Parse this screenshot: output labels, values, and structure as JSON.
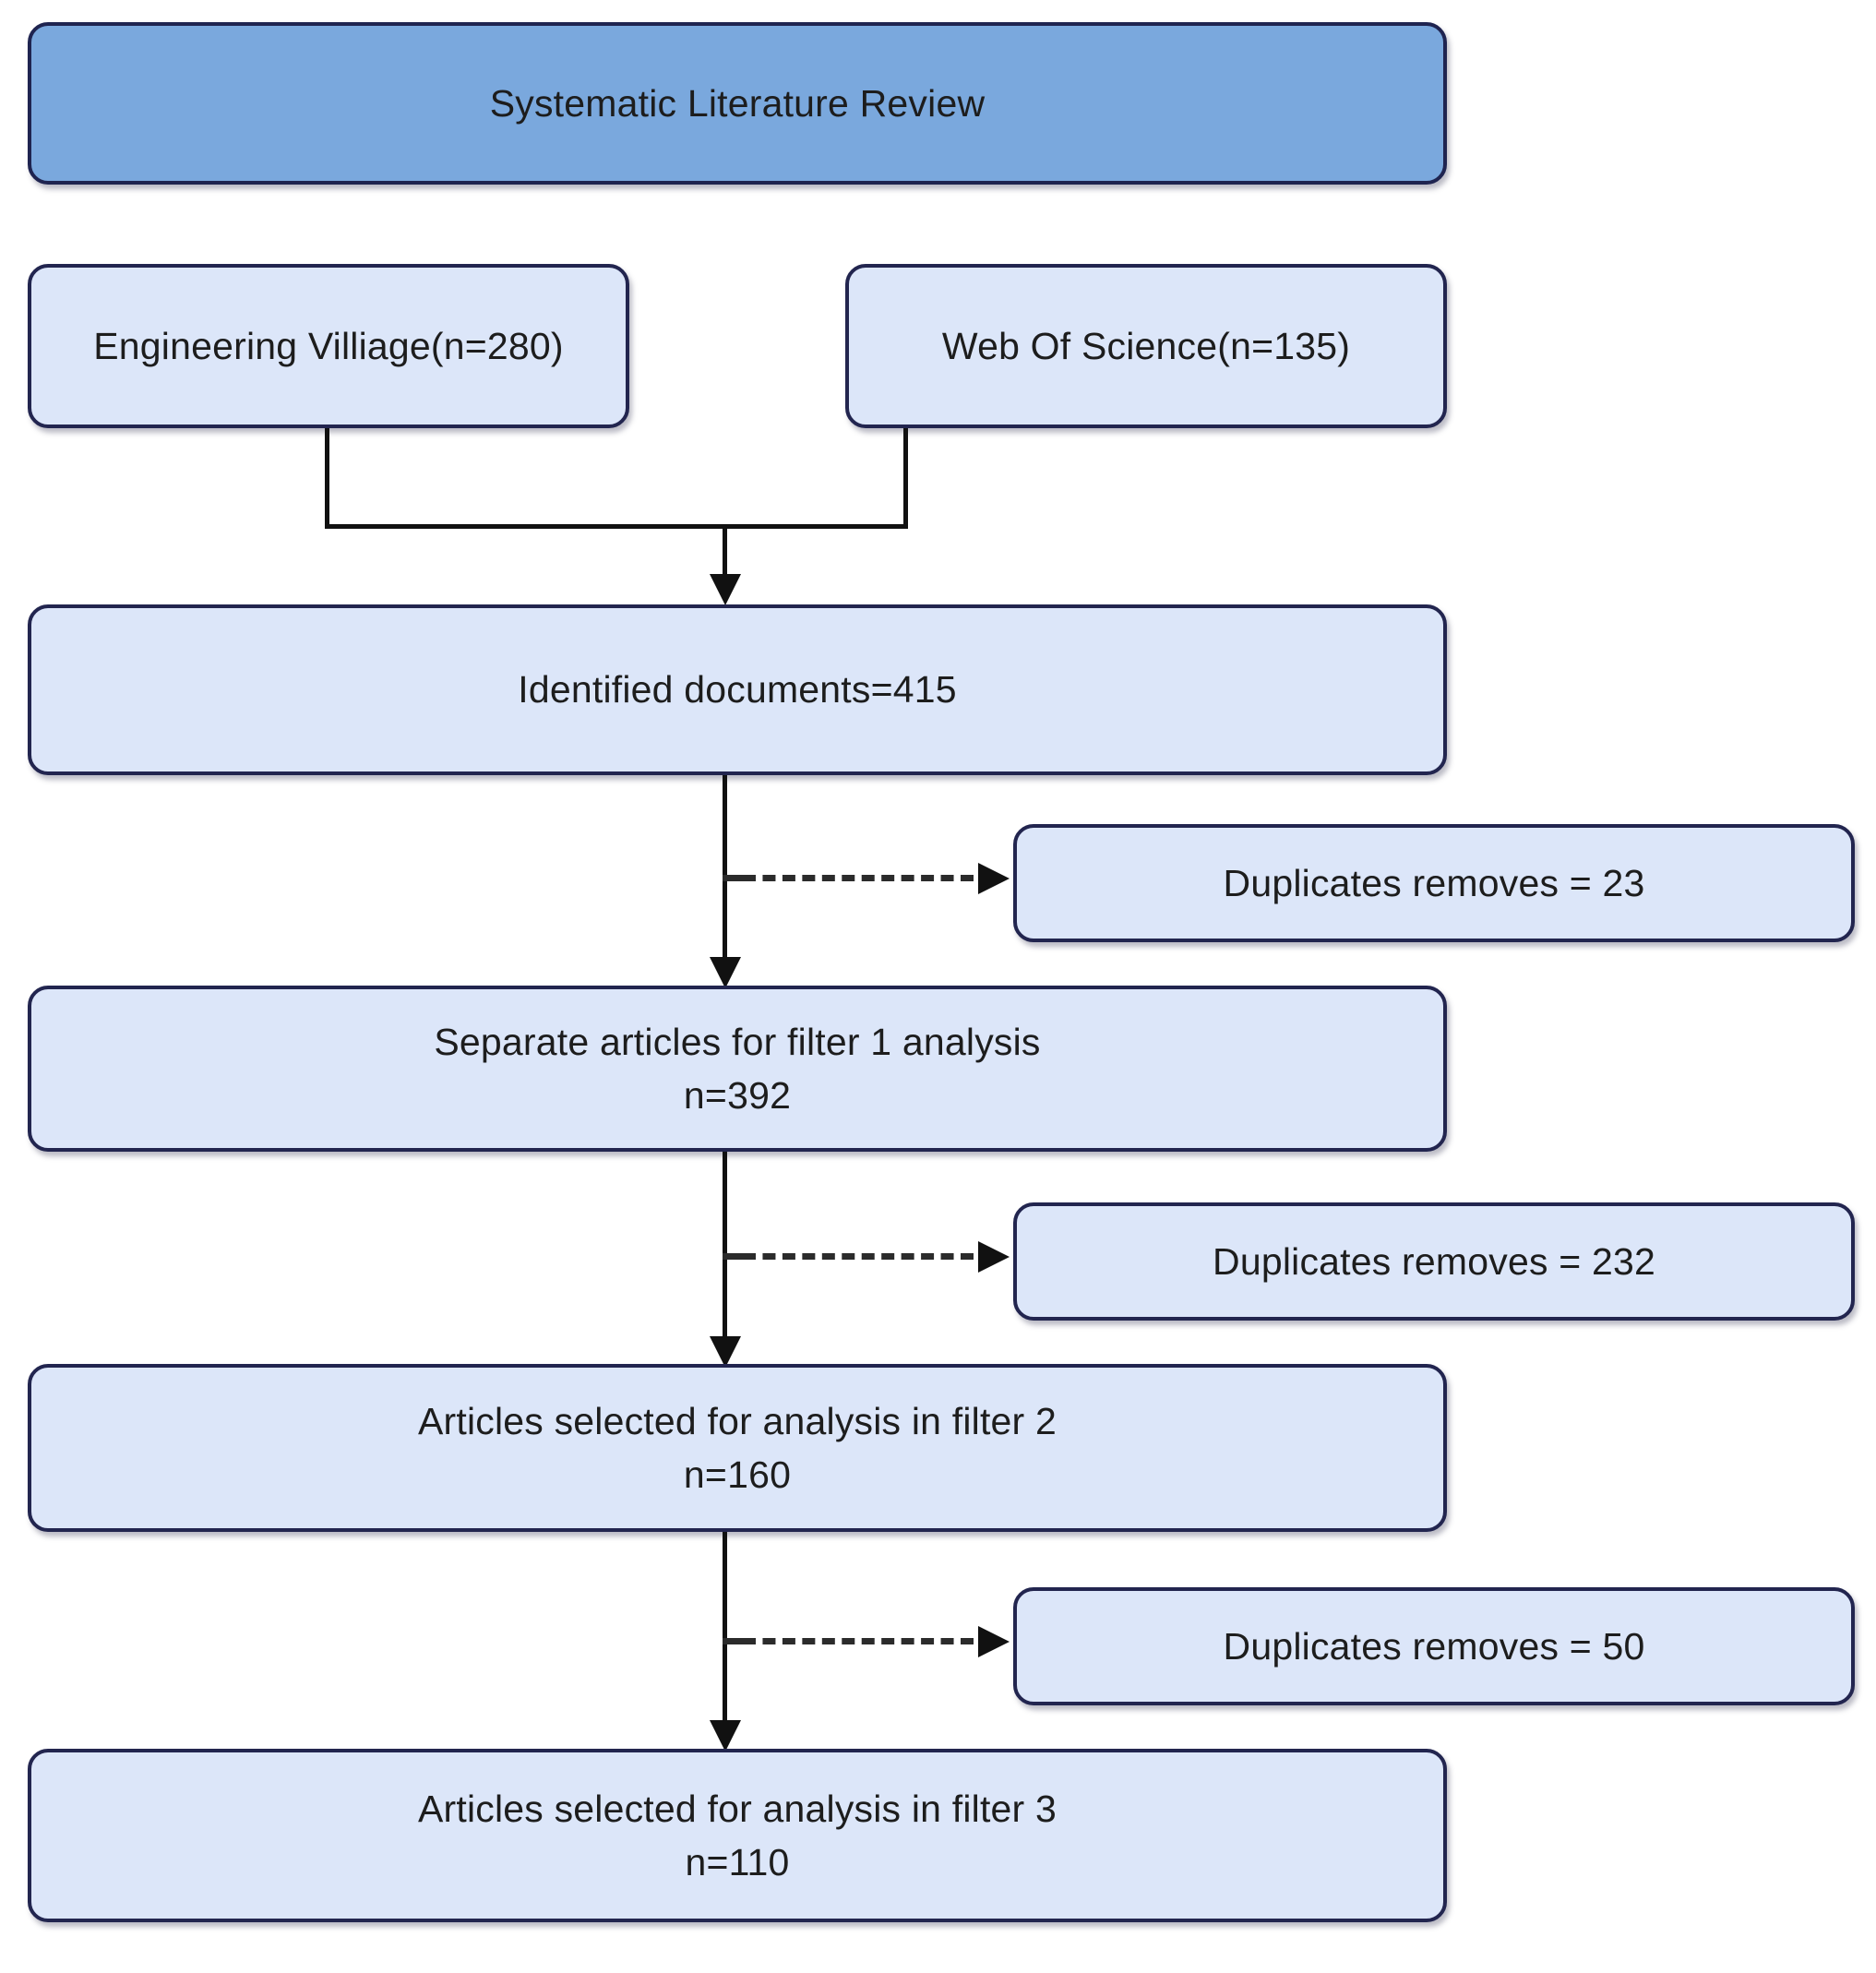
{
  "diagram": {
    "title": "Systematic Literature Review",
    "type": "flowchart",
    "colors": {
      "header_fill": "#7aa8dd",
      "node_fill": "#dce6f9",
      "node_border": "#22254f",
      "edge": "#111111",
      "dashed_edge": "#2b2b2b",
      "background": "#ffffff"
    },
    "nodes": {
      "header": {
        "label": "Systematic Literature Review"
      },
      "source_left": {
        "label": "Engineering Villiage(n=280)"
      },
      "source_right": {
        "label": "Web Of Science(n=135)"
      },
      "identified": {
        "label": "Identified documents=415"
      },
      "filter1": {
        "label": "Separate articles for filter 1 analysis\nn=392"
      },
      "filter2": {
        "label": "Articles selected for analysis in filter 2\nn=160"
      },
      "filter3": {
        "label": "Articles selected for analysis in filter 3\nn=110"
      },
      "duplicates1": {
        "label": "Duplicates removes = 23"
      },
      "duplicates2": {
        "label": "Duplicates removes = 232"
      },
      "duplicates3": {
        "label": "Duplicates removes = 50"
      }
    }
  }
}
